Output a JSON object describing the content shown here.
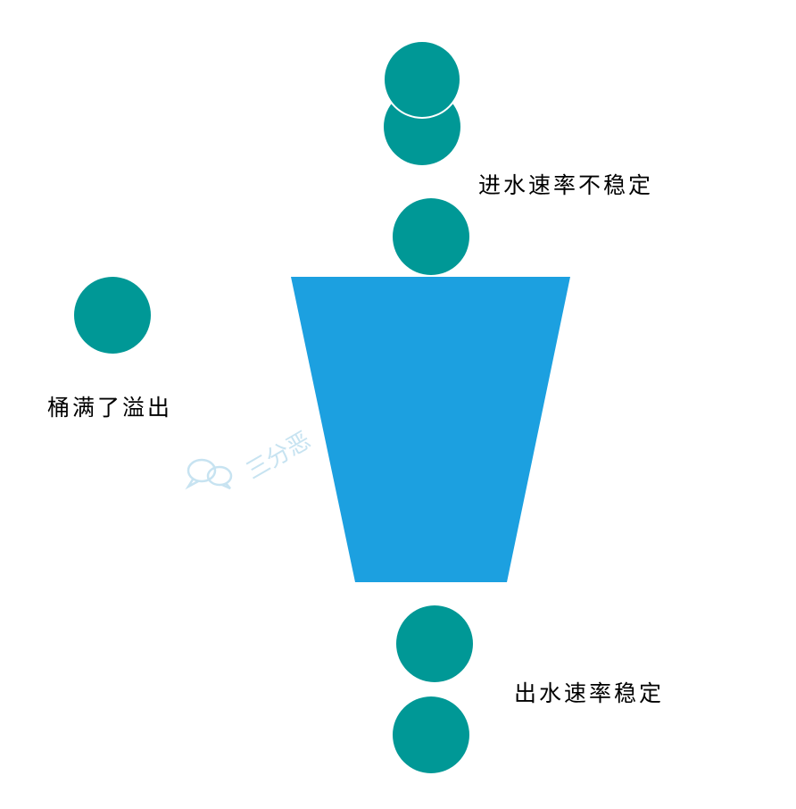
{
  "labels": {
    "inflow": "进水速率不稳定",
    "overflow": "桶满了溢出",
    "outflow": "出水速率稳定"
  },
  "watermark": {
    "text": "三分恶",
    "icon": "wechat-icon"
  },
  "colors": {
    "bucket": "#1ca0e0",
    "drop": "#009896",
    "drop_outline": "#ffffff",
    "watermark": "#c7e3f1",
    "text": "#000000"
  },
  "icons": [
    "water-drop",
    "bucket-trapezoid",
    "wechat-icon"
  ]
}
